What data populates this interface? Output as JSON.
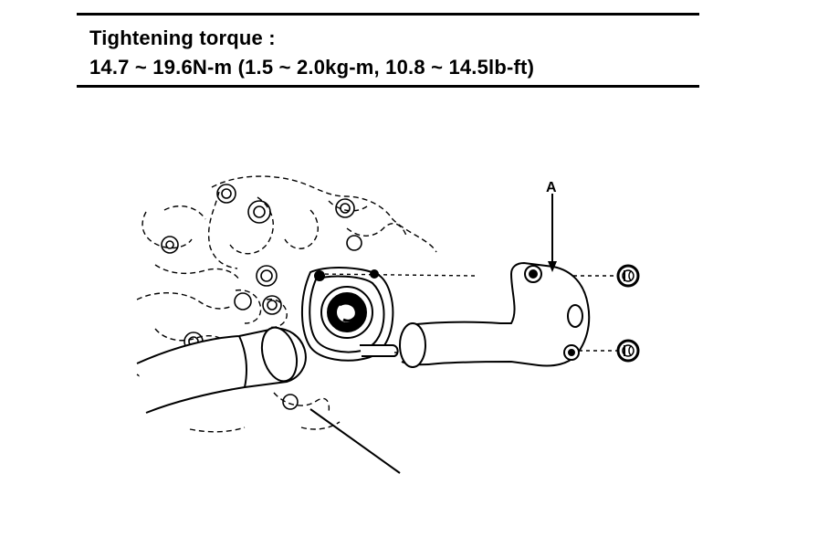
{
  "spec": {
    "label": "Tightening torque :",
    "value": "14.7 ~ 19.6N-m (1.5 ~ 2.0kg-m, 10.8 ~ 14.5lb-ft)"
  },
  "figure": {
    "callout_letter": "A"
  }
}
